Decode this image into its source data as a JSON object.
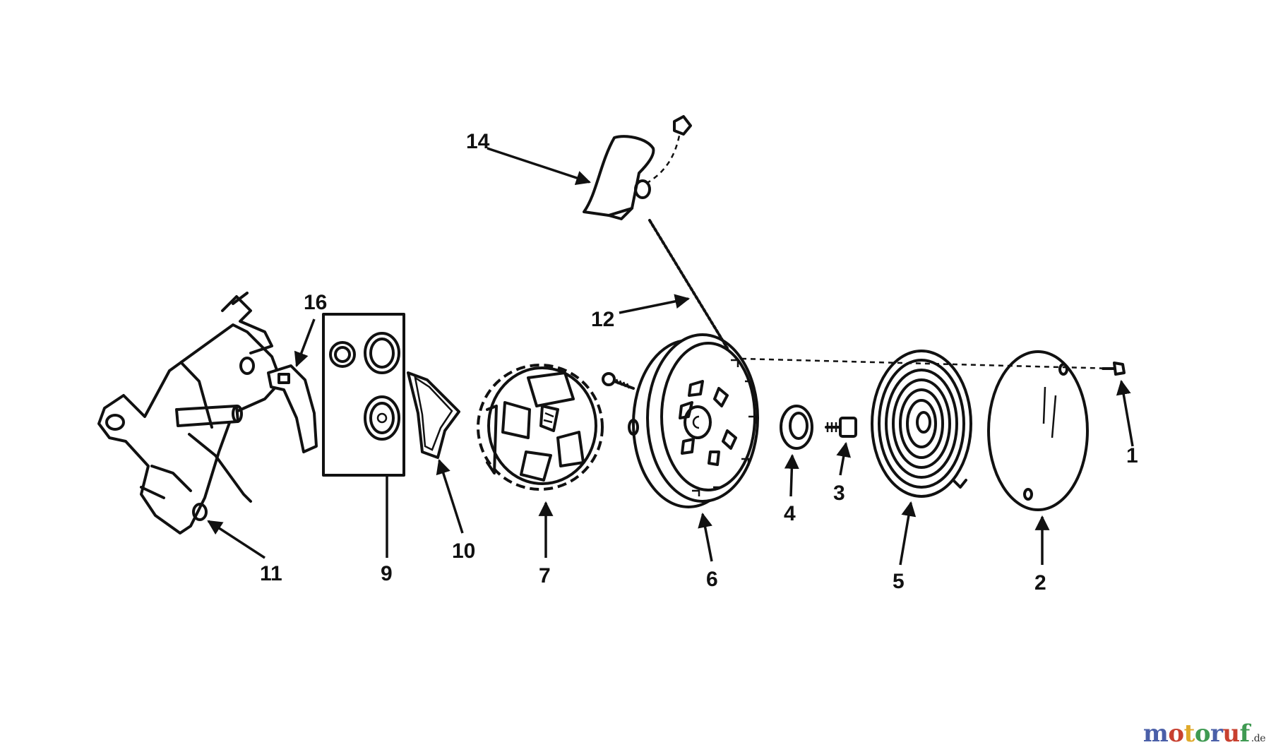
{
  "diagram": {
    "callouts": [
      {
        "id": "c1",
        "label": "1"
      },
      {
        "id": "c2",
        "label": "2"
      },
      {
        "id": "c3",
        "label": "3"
      },
      {
        "id": "c4",
        "label": "4"
      },
      {
        "id": "c5",
        "label": "5"
      },
      {
        "id": "c6",
        "label": "6"
      },
      {
        "id": "c7",
        "label": "7"
      },
      {
        "id": "c9",
        "label": "9"
      },
      {
        "id": "c10",
        "label": "10"
      },
      {
        "id": "c11",
        "label": "11"
      },
      {
        "id": "c12",
        "label": "12"
      },
      {
        "id": "c14",
        "label": "14"
      },
      {
        "id": "c16",
        "label": "16"
      }
    ]
  },
  "watermark": {
    "letters": [
      "m",
      "o",
      "t",
      "o",
      "r",
      "u",
      "f"
    ],
    "letter_colors": [
      "#4a5fa8",
      "#c8402f",
      "#e0a92a",
      "#3f9a52",
      "#4a5fa8",
      "#c8402f",
      "#3f9a52"
    ],
    "suffix": ".de"
  }
}
